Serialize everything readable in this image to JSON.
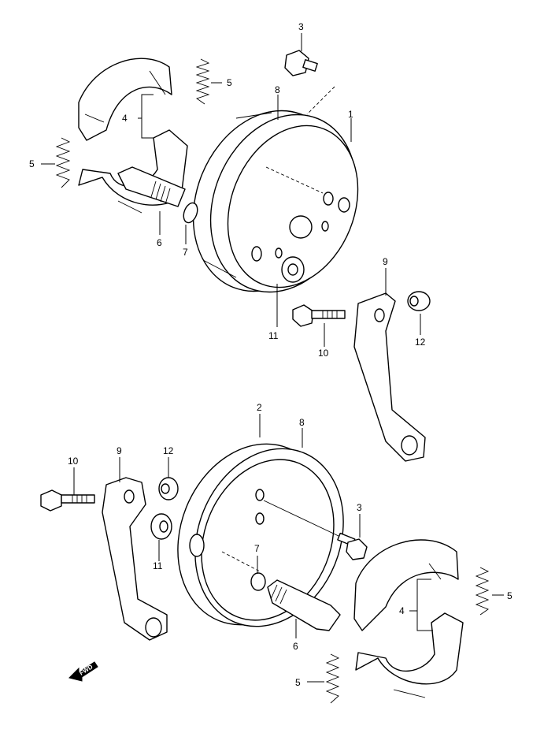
{
  "callouts": {
    "upper": {
      "p1": "1",
      "p3": "3",
      "p4": "4",
      "p5a": "5",
      "p5b": "5",
      "p6": "6",
      "p7": "7",
      "p8": "8",
      "p9": "9",
      "p10": "10",
      "p11": "11",
      "p12": "12"
    },
    "lower": {
      "p2": "2",
      "p3": "3",
      "p4": "4",
      "p5a": "5",
      "p5b": "5",
      "p6": "6",
      "p7": "7",
      "p8": "8",
      "p9": "9",
      "p10": "10",
      "p11": "11",
      "p12": "12"
    }
  },
  "fwd_label": "FWD"
}
